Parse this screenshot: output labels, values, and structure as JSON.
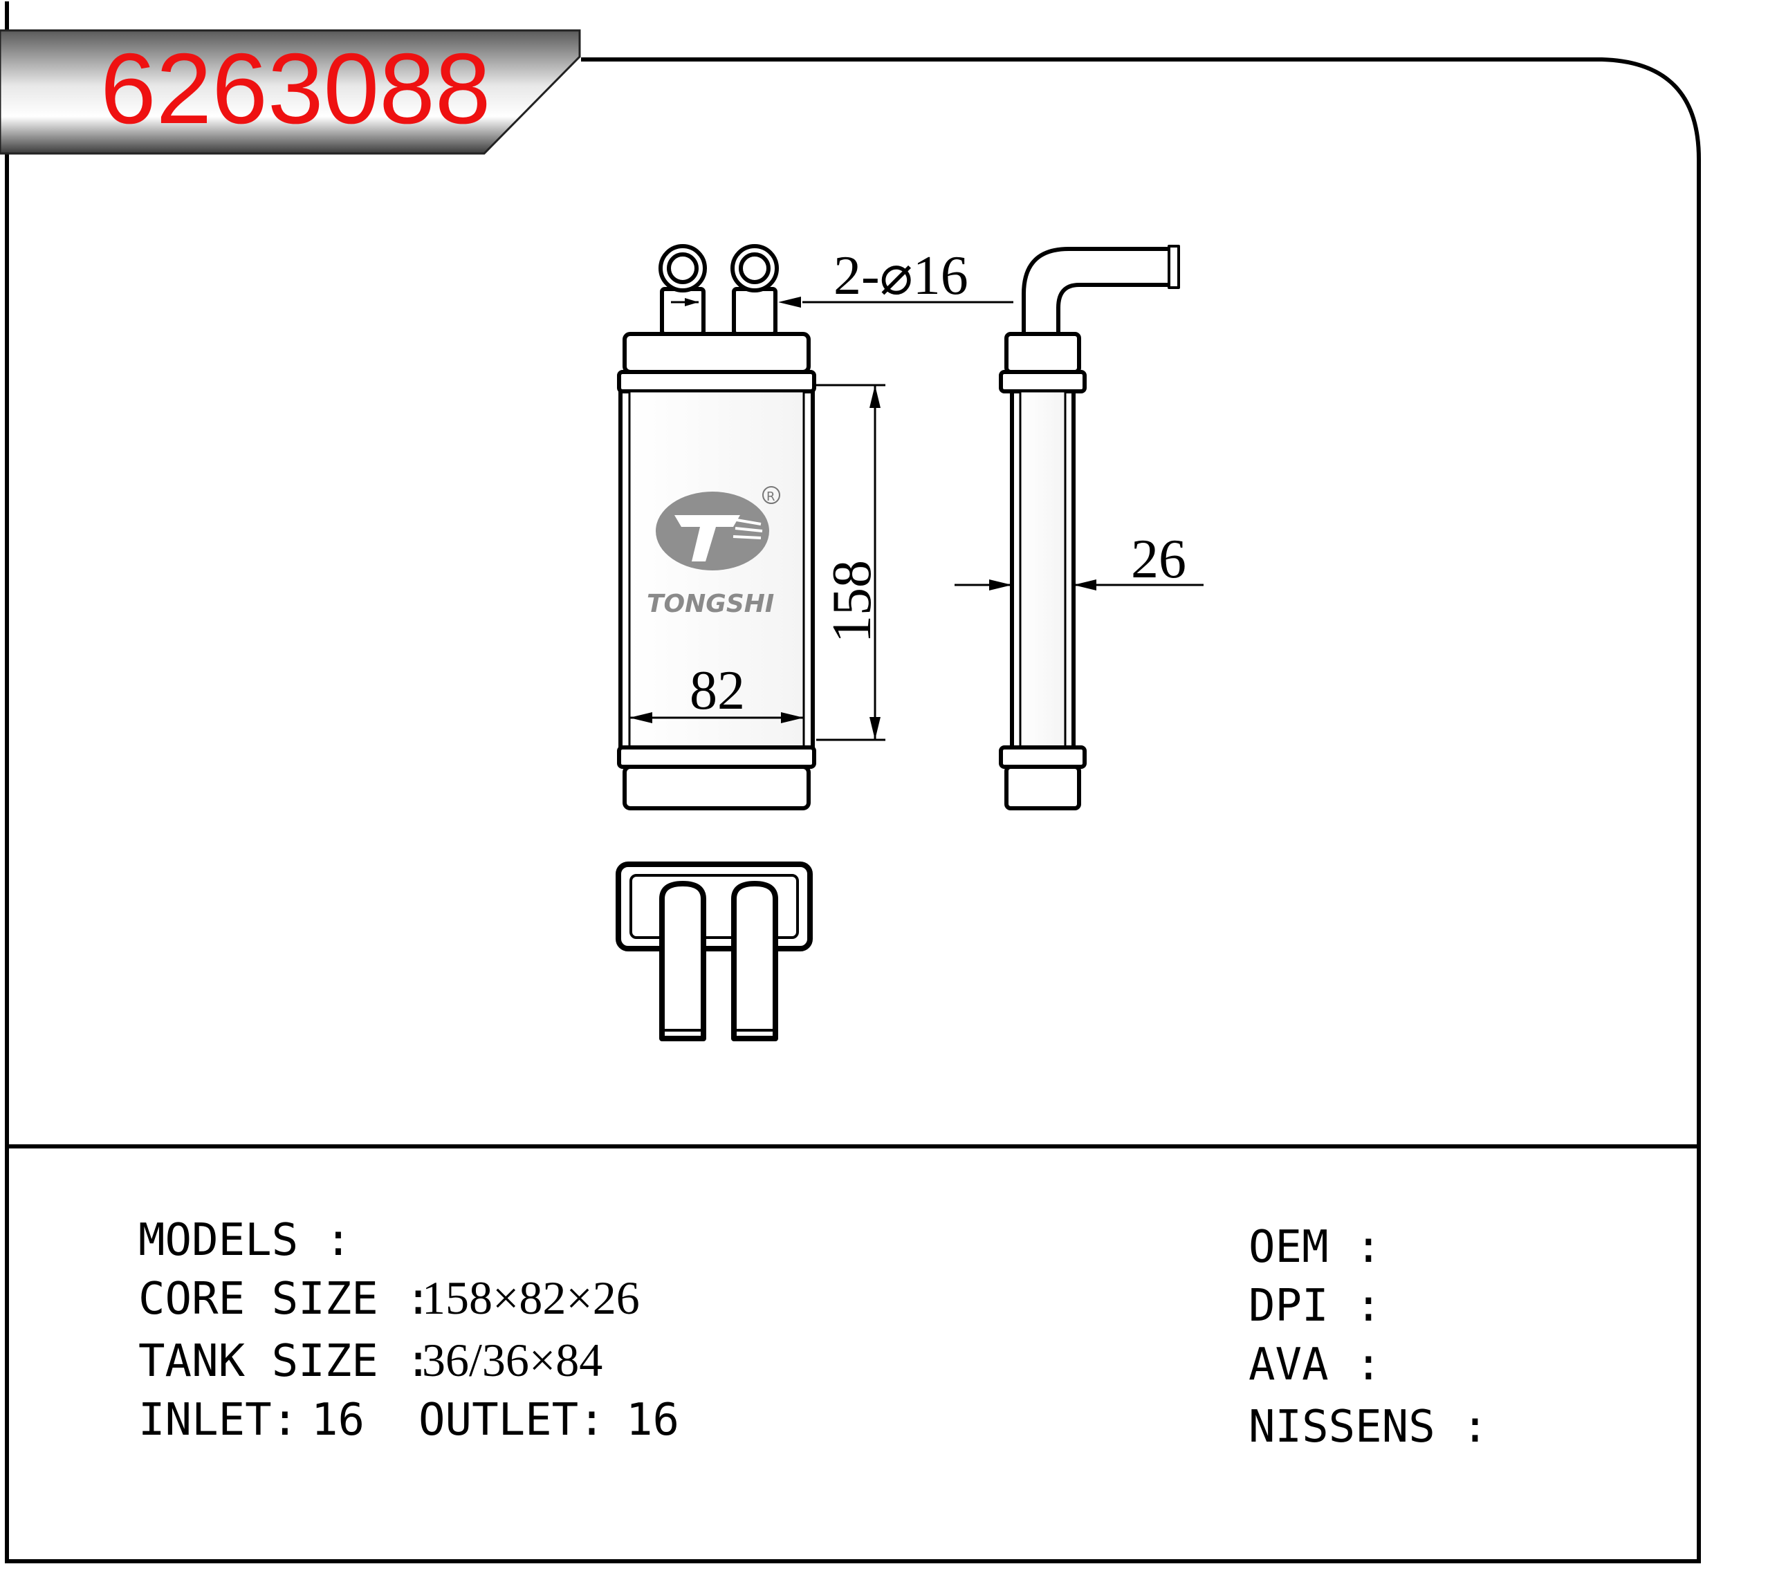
{
  "part_number": "6263088",
  "logo": {
    "name": "TONGSHI",
    "registered_mark": "R"
  },
  "dimensions": {
    "tube_diameter": "2-⌀16",
    "height": "158",
    "width": "82",
    "depth": "26"
  },
  "specs": {
    "models_label": "MODELS :",
    "core_label": "CORE SIZE :",
    "core_value": "158×82×26",
    "tank_label": "TANK SIZE :",
    "tank_value": "36/36×84",
    "inlet_label": "INLET:",
    "inlet_value": "16",
    "outlet_label": "OUTLET:",
    "outlet_value": "16"
  },
  "refs": {
    "oem": "OEM :",
    "dpi": "DPI :",
    "ava": "AVA :",
    "nissens": "NISSENS :"
  }
}
